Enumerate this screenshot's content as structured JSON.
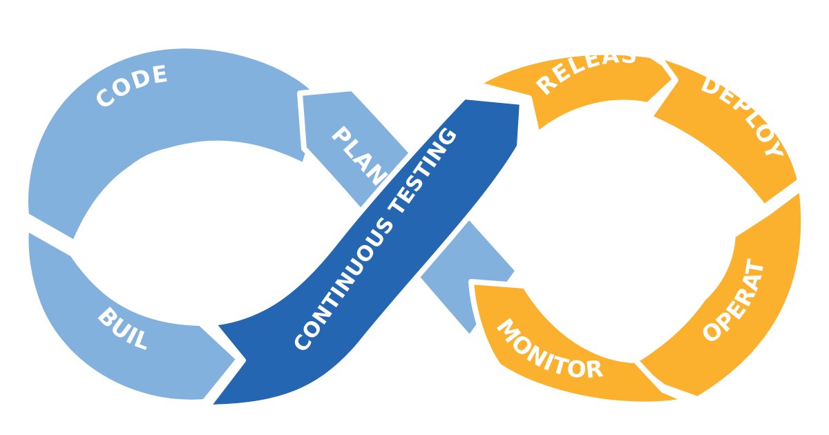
{
  "segments": {
    "code": "CODE",
    "build": "BUILD",
    "plan": "PLAN",
    "release": "RELEASE",
    "deploy": "DEPLOY",
    "operate": "OPERATE",
    "monitor": "MONITOR"
  },
  "band": {
    "label": "CONTINUOUS TESTING"
  },
  "colors": {
    "light_blue": "#83B1DE",
    "dark_blue": "#2466B2",
    "orange": "#FBB12E",
    "divider": "#ffffff"
  }
}
